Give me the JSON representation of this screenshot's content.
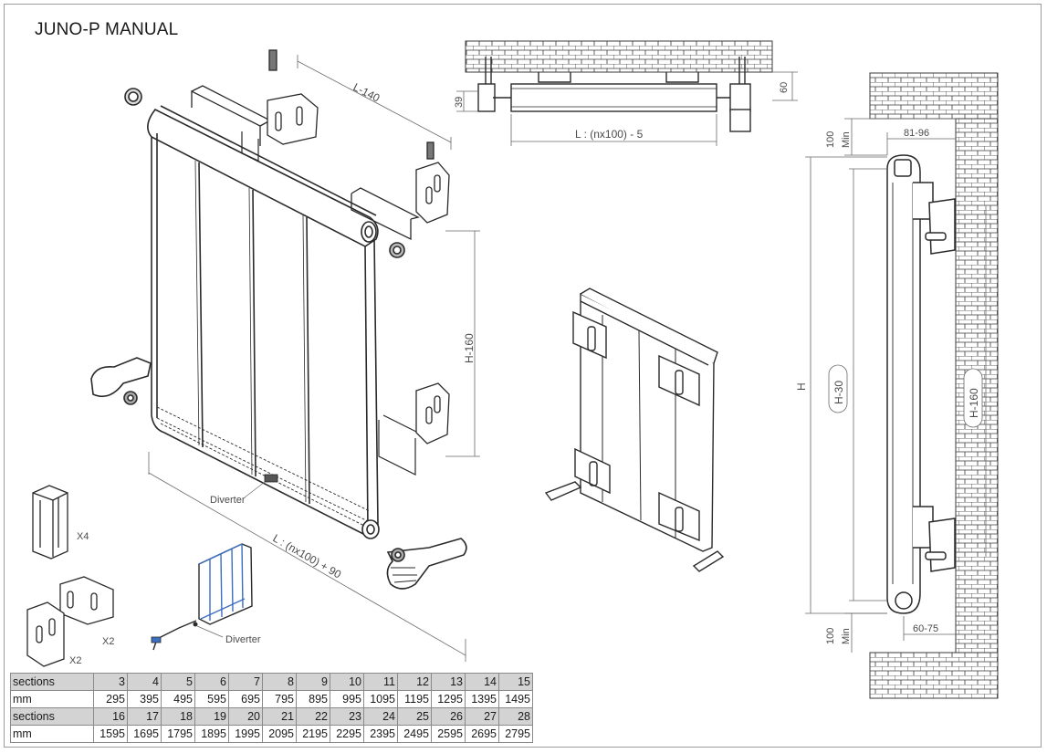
{
  "title": "JUNO-P MANUAL",
  "labels": {
    "l140": "L-140",
    "h160": "H-160",
    "ln90": "L : (nx100) + 90",
    "diverter": "Diverter",
    "x4": "X4",
    "x2": "X2",
    "d39": "39",
    "d60": "60",
    "ln5": "L : (nx100) - 5",
    "min100": "100",
    "min": "Min",
    "d8196": "81-96",
    "h": "H",
    "h30": "H-30",
    "d6075": "60-75"
  },
  "table": {
    "rows": [
      {
        "header": "sections",
        "values": [
          "3",
          "4",
          "5",
          "6",
          "7",
          "8",
          "9",
          "10",
          "11",
          "12",
          "13",
          "14",
          "15"
        ],
        "shade": true
      },
      {
        "header": "mm",
        "values": [
          "295",
          "395",
          "495",
          "595",
          "695",
          "795",
          "895",
          "995",
          "1095",
          "1195",
          "1295",
          "1395",
          "1495"
        ],
        "shade": false
      },
      {
        "header": "sections",
        "values": [
          "16",
          "17",
          "18",
          "19",
          "20",
          "21",
          "22",
          "23",
          "24",
          "25",
          "26",
          "27",
          "28"
        ],
        "shade": true
      },
      {
        "header": "mm",
        "values": [
          "1595",
          "1695",
          "1795",
          "1895",
          "1995",
          "2095",
          "2195",
          "2295",
          "2395",
          "2495",
          "2595",
          "2695",
          "2795"
        ],
        "shade": false
      }
    ]
  },
  "colors": {
    "line": "#2a2a2a",
    "dim": "#6a6a6a",
    "brick": "#3a3a3a",
    "highlight": "#3b6fbf",
    "table_shade": "#d3d3d3"
  }
}
